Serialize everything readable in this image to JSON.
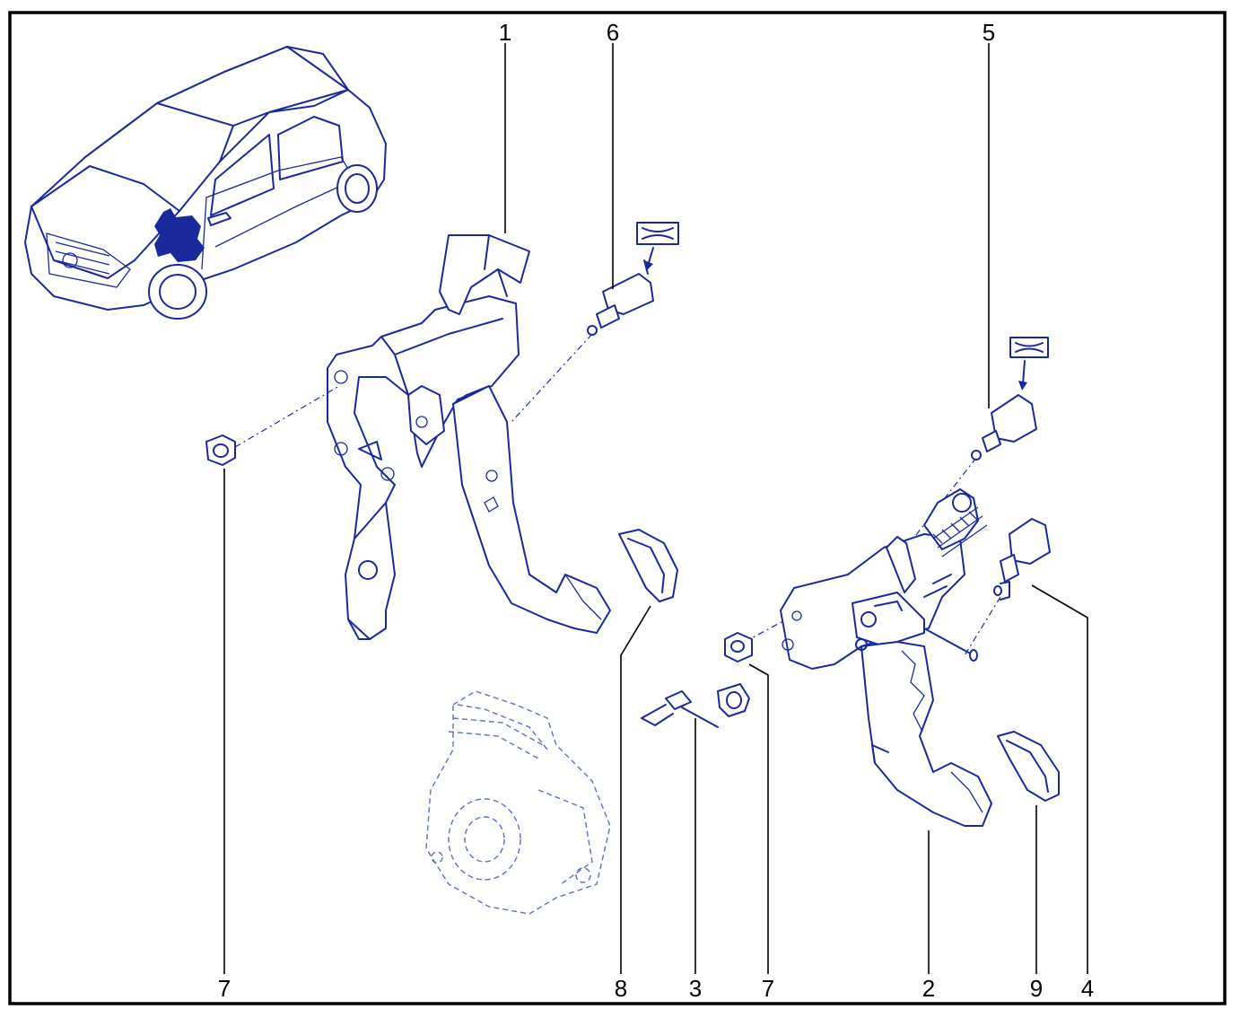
{
  "callouts": [
    {
      "id": "c1",
      "label": "1"
    },
    {
      "id": "c6",
      "label": "6"
    },
    {
      "id": "c5",
      "label": "5"
    },
    {
      "id": "c7a",
      "label": "7"
    },
    {
      "id": "c8",
      "label": "8"
    },
    {
      "id": "c3",
      "label": "3"
    },
    {
      "id": "c7b",
      "label": "7"
    },
    {
      "id": "c2",
      "label": "2"
    },
    {
      "id": "c9",
      "label": "9"
    },
    {
      "id": "c4",
      "label": "4"
    }
  ],
  "colors": {
    "line": "#1a2a9c",
    "frame": "#000000",
    "background": "#ffffff"
  }
}
